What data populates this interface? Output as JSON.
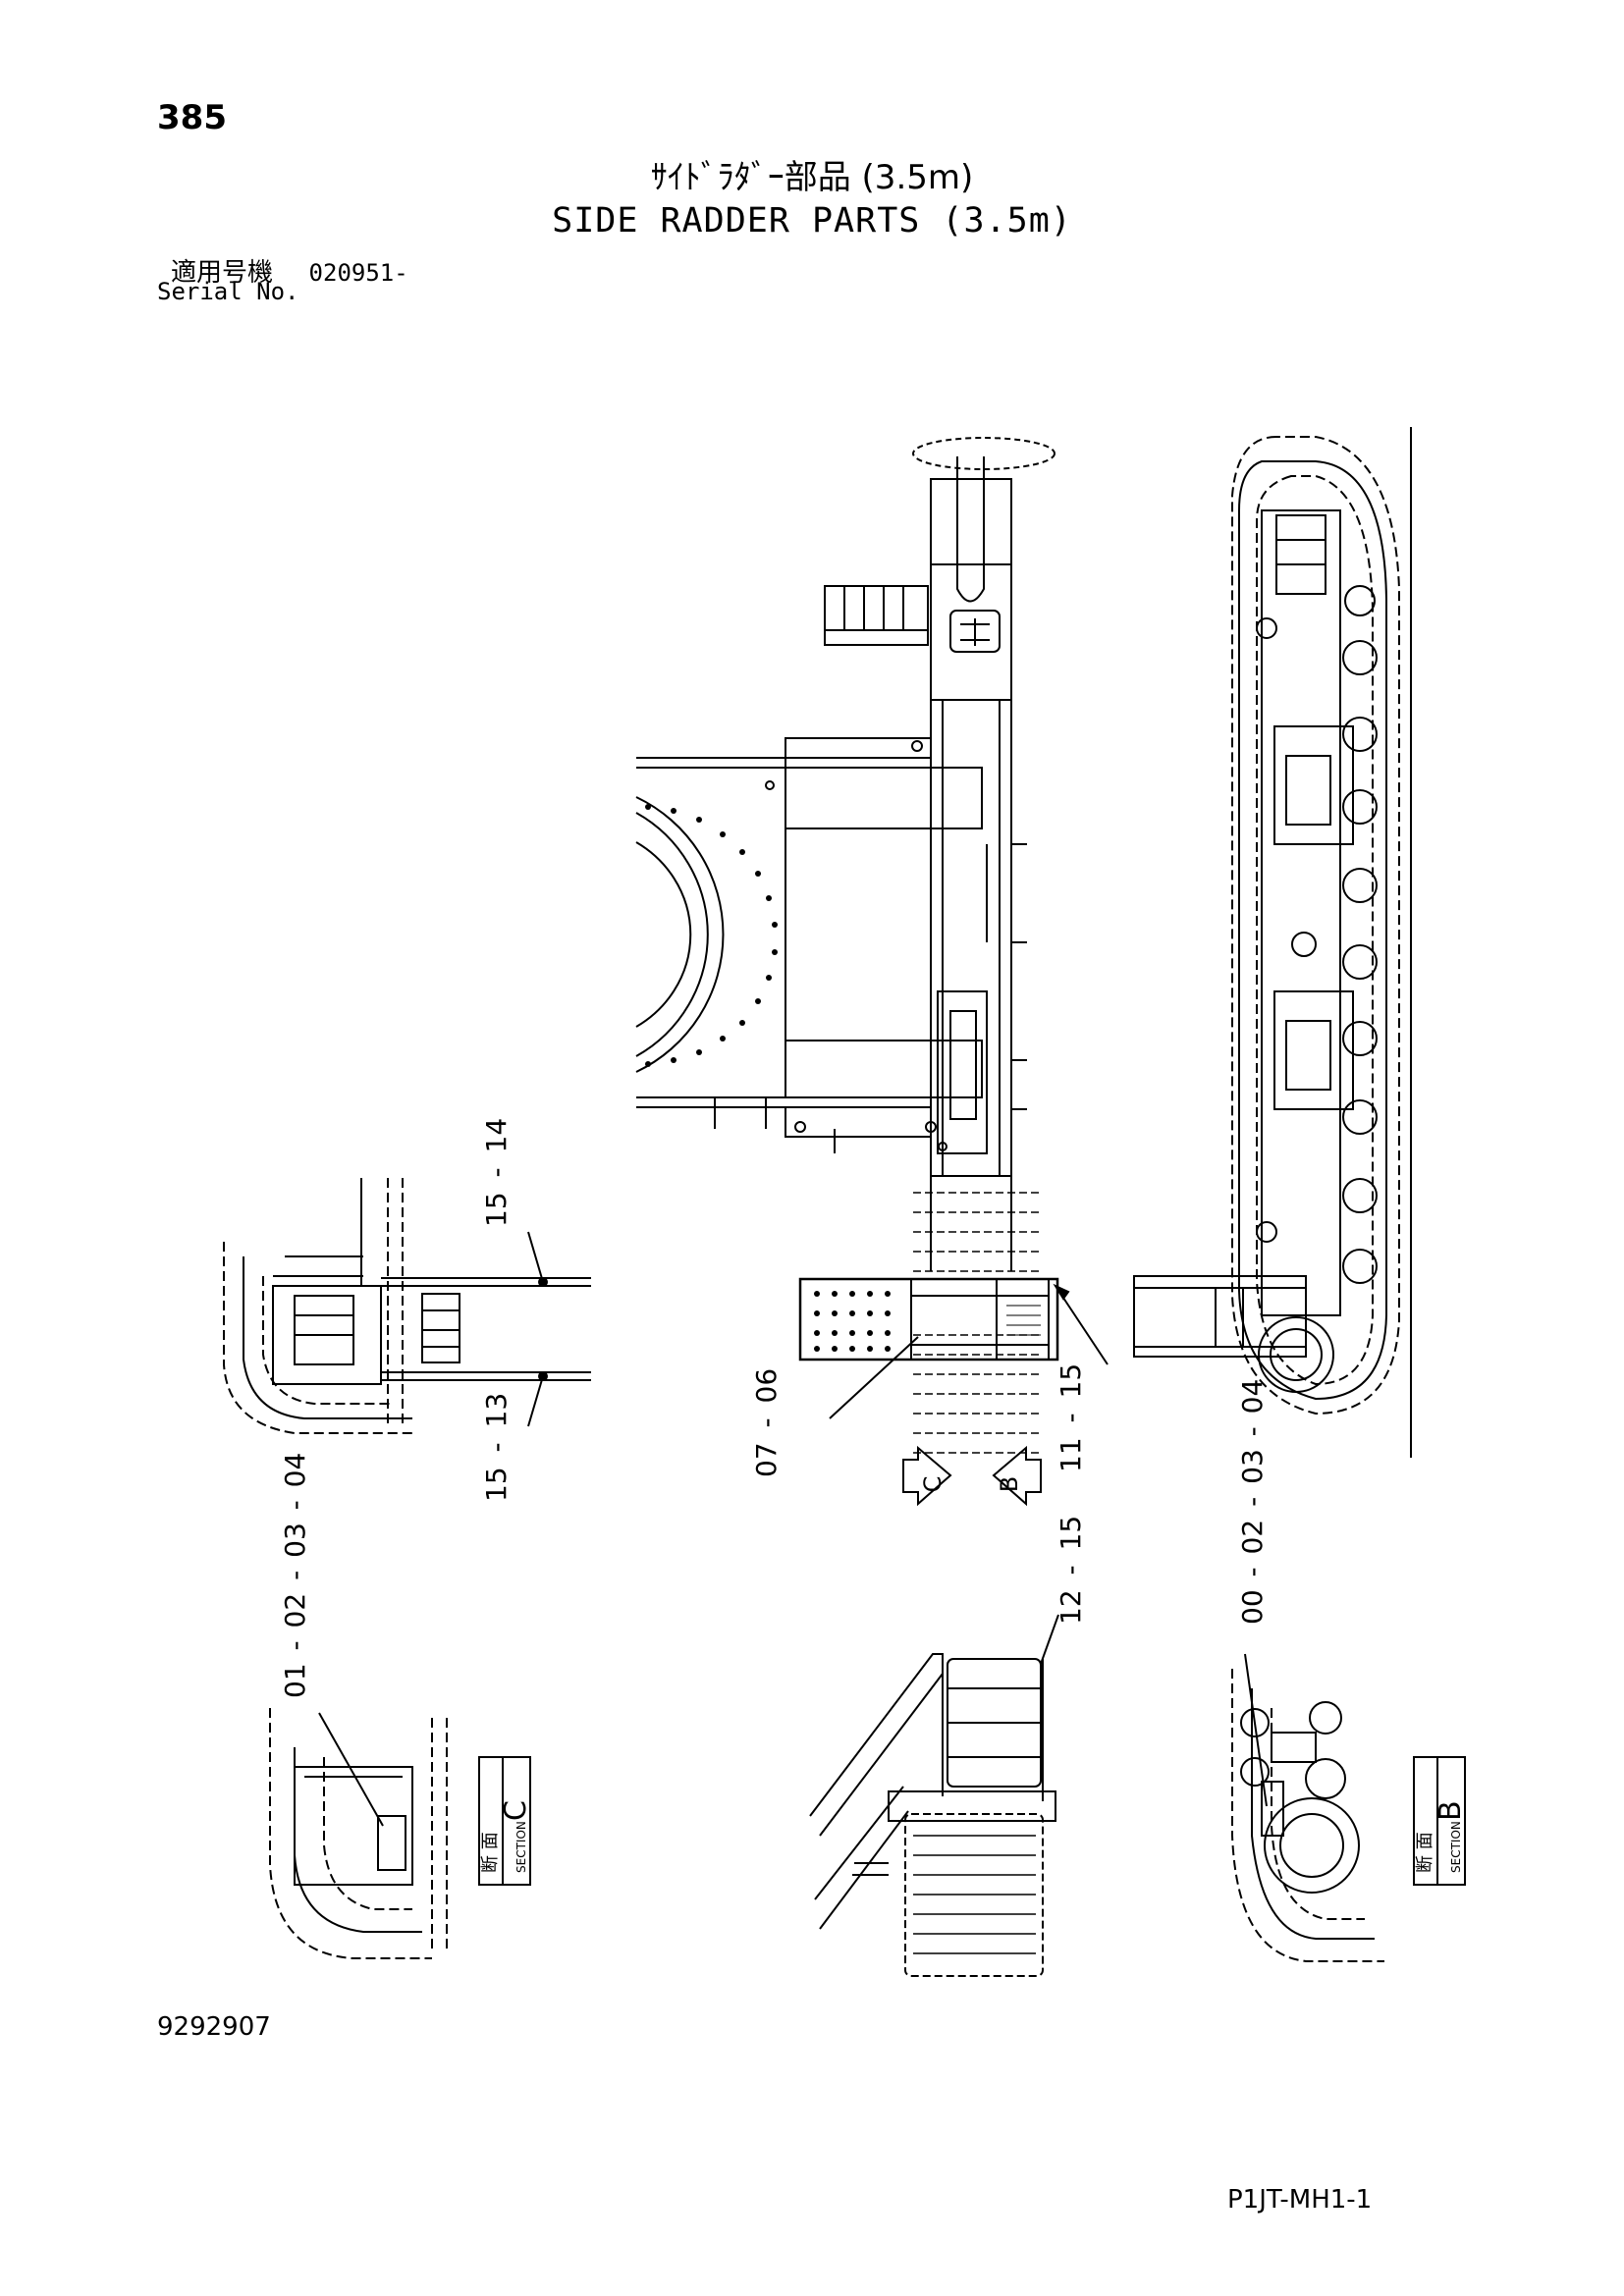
{
  "header": {
    "page_number": "385",
    "title_jp": "ｻｲﾄﾞﾗﾀﾞｰ部品 (3.5m)",
    "title_en": "SIDE RADDER PARTS (3.5m)",
    "serial_label_jp": "適用号機",
    "serial_value": "020951-",
    "serial_label_en": "Serial No."
  },
  "callouts": {
    "c15_14": [
      "15",
      "14"
    ],
    "c15_13": [
      "15",
      "13"
    ],
    "c07_06": [
      "07",
      "06"
    ],
    "c11_15": [
      "11",
      "15"
    ],
    "c12_15": [
      "12",
      "15"
    ],
    "c00_04": [
      "00",
      "02",
      "03",
      "04"
    ],
    "c01_04": [
      "01",
      "02",
      "03",
      "04"
    ]
  },
  "view_arrows": {
    "left": "C",
    "right": "B"
  },
  "sections": {
    "c": {
      "jp": "断 面",
      "en": "SECTION",
      "letter": "C"
    },
    "b": {
      "jp": "断 面",
      "en": "SECTION",
      "letter": "B"
    }
  },
  "footer": {
    "doc_number": "9292907",
    "doc_code": "P1JT-MH1-1"
  }
}
